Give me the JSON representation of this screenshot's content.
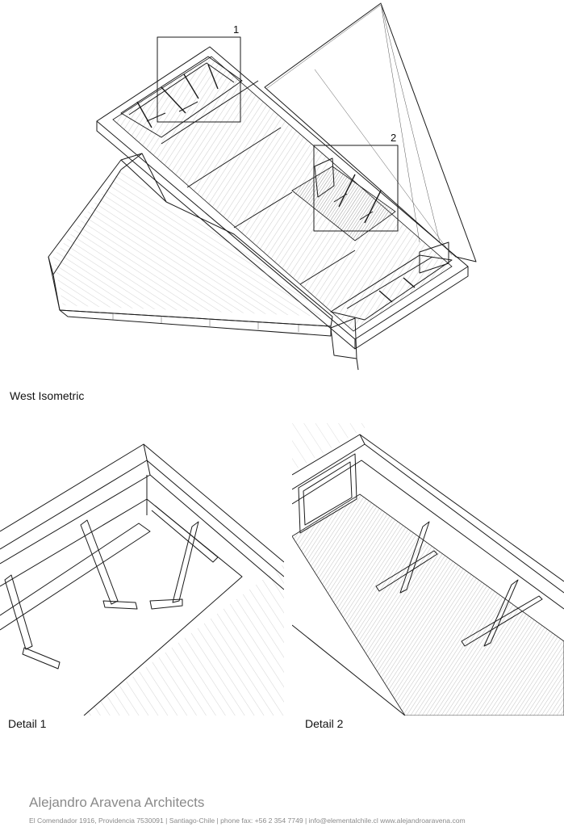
{
  "drawing": {
    "isometric_caption": "West Isometric",
    "detail_markers": [
      "1",
      "2"
    ],
    "detail_1_caption": "Detail 1",
    "detail_2_caption": "Detail 2"
  },
  "footer": {
    "firm_name": "Alejandro Aravena Architects",
    "address_line": "El Comendador 1916, Providencia 7530091 | Santiago-Chile | phone fax: +56 2 354 7749 | info@elementalchile.cl  www.alejandroaravena.com"
  }
}
